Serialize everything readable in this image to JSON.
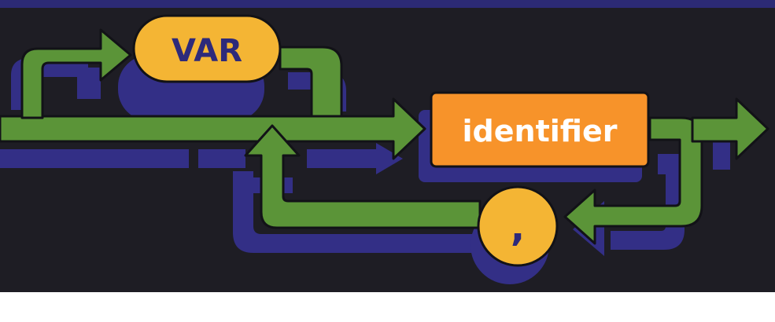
{
  "diagram": {
    "nodes": {
      "var_keyword": {
        "label": "VAR",
        "shape": "rounded-pill",
        "fill": "#f4b534"
      },
      "identifier": {
        "label": "identifier",
        "shape": "rectangle",
        "fill": "#f7932a"
      },
      "comma": {
        "label": ",",
        "shape": "circle",
        "fill": "#f4b534"
      }
    },
    "colors": {
      "background": "#1e1d24",
      "top_band": "#2c2a75",
      "arrow_green": "#5b9438",
      "arrow_shadow": "#332f86",
      "outline": "#121217",
      "label_text_var": "#2e2a7a",
      "label_text_identifier": "#ffffff",
      "label_text_comma": "#2e2a7a",
      "bottom_strip": "#ffffff"
    }
  }
}
